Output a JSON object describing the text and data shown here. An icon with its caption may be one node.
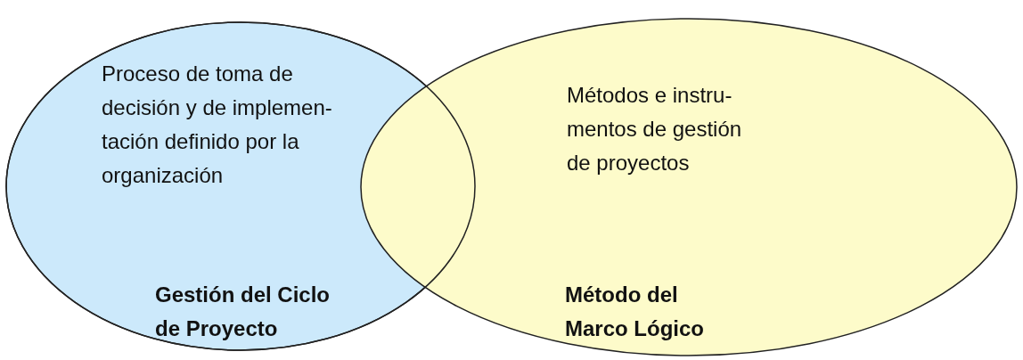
{
  "diagram": {
    "nodes": [
      {
        "text": [
          "Proceso de toma de decisión y de implemen-tación definido por la organización",
          "Gestión del Ciclo de Proyecto"
        ]
      },
      {
        "text": [
          "Métodos e instru-mentos de gestión de proyectos",
          "Método del Marco Lógico"
        ]
      }
    ],
    "edges": []
  }
}
